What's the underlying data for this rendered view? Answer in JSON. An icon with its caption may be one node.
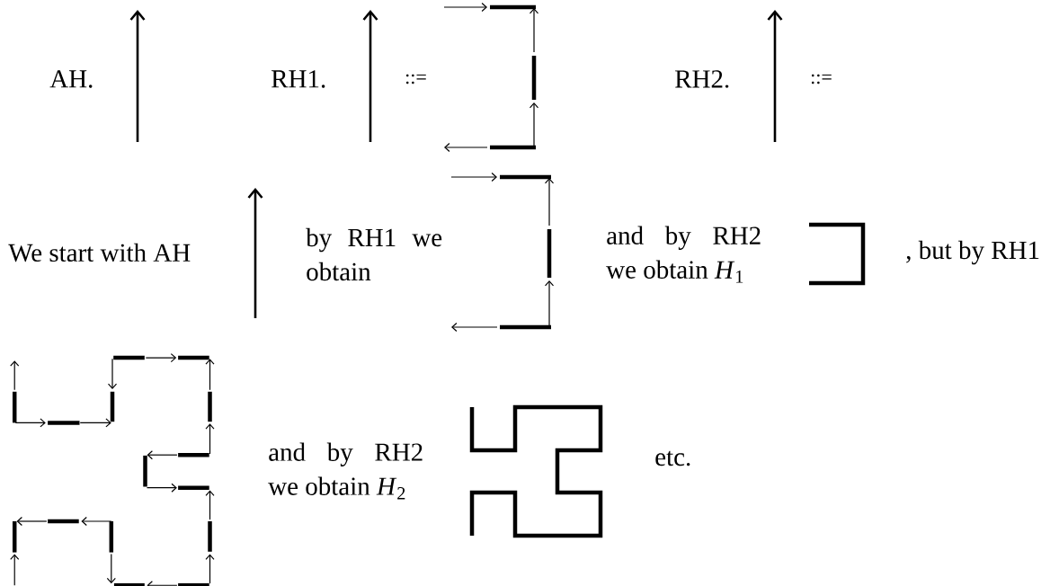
{
  "diagram": {
    "labels": [
      "AH.",
      "RH1.",
      "::=",
      "RH2.",
      "::=",
      "We start with AH",
      "by RH1 we obtain",
      "and by RH2 we obtain *H*$_{1}$",
      ", but by RH1",
      "and by RH2 we obtain *H*$_{2}$",
      "etc."
    ]
  }
}
